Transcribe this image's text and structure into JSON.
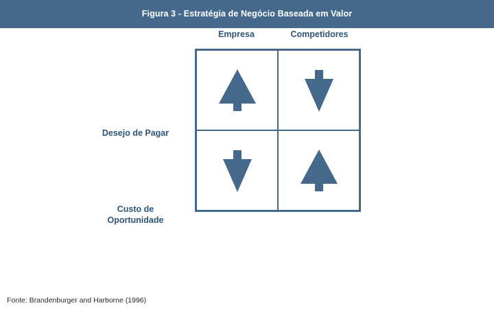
{
  "title": {
    "text": "Figura 3 - Estratégia de Negócio Baseada em Valor",
    "band_color": "#44698b",
    "text_color": "#ffffff"
  },
  "theme": {
    "accent": "#44698b",
    "label_text": "#2f5574",
    "footnote_text": "#262626",
    "background": "#ffffff"
  },
  "matrix": {
    "columns": [
      {
        "key": "empresa",
        "label": "Empresa"
      },
      {
        "key": "competidores",
        "label": "Competidores"
      }
    ],
    "rows": [
      {
        "key": "desejo_de_pagar",
        "label": "Desejo de Pagar",
        "label_lines": [
          "Desejo de Pagar"
        ]
      },
      {
        "key": "custo_de_oportunidade",
        "label": "Custo de Oportunidade",
        "label_lines": [
          "Custo de",
          "Oportunidade"
        ]
      }
    ],
    "cells": [
      {
        "row": "desejo_de_pagar",
        "column": "empresa",
        "icon": "arrow-up-icon",
        "direction": "up",
        "meaning": "aumentar"
      },
      {
        "row": "desejo_de_pagar",
        "column": "competidores",
        "icon": "arrow-down-icon",
        "direction": "down",
        "meaning": "diminuir"
      },
      {
        "row": "custo_de_oportunidade",
        "column": "empresa",
        "icon": "arrow-down-icon",
        "direction": "down",
        "meaning": "diminuir"
      },
      {
        "row": "custo_de_oportunidade",
        "column": "competidores",
        "icon": "arrow-up-icon",
        "direction": "up",
        "meaning": "aumentar"
      }
    ]
  },
  "footnote": {
    "text": "Fonte: Brandenburger and Harborne (1996)"
  }
}
